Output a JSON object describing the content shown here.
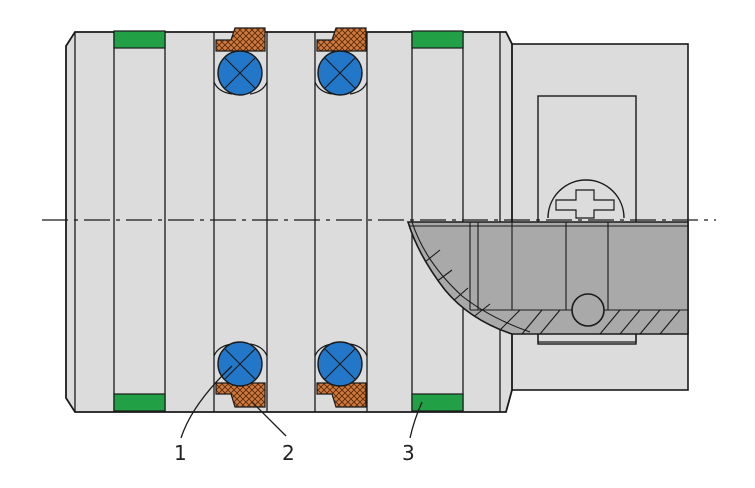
{
  "colors": {
    "body": "#dcdcdc",
    "cutaway": "#a9a9a9",
    "wear_ring": "#21a046",
    "o_ring": "#2377c8",
    "backup_ring": "#d07a3e",
    "outline": "#1a1a1a"
  },
  "callouts": [
    {
      "id": "1",
      "label": "1"
    },
    {
      "id": "2",
      "label": "2"
    },
    {
      "id": "3",
      "label": "3"
    }
  ]
}
